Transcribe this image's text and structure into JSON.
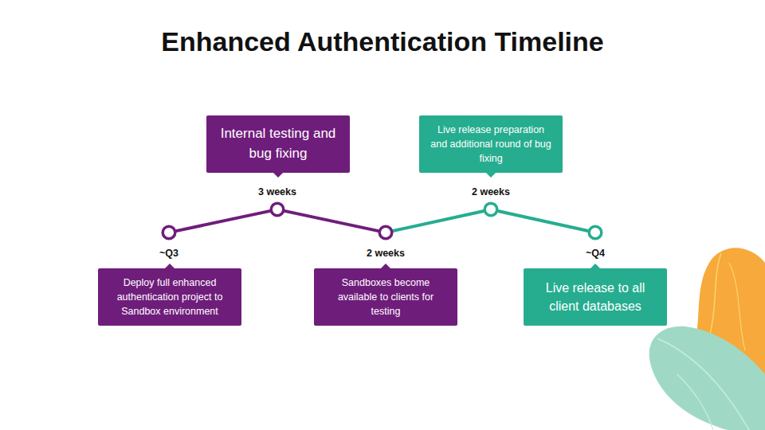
{
  "diagram": {
    "title": "Enhanced Authentication Timeline",
    "nodes": [
      {
        "text": [
          "~Q3"
        ]
      },
      {
        "text": [
          "Deploy full enhanced authentication project to Sandbox environment"
        ]
      },
      {
        "text": [
          "3 weeks"
        ]
      },
      {
        "text": [
          "Internal testing and bug fixing"
        ]
      },
      {
        "text": [
          "2 weeks"
        ]
      },
      {
        "text": [
          "Sandboxes become available to clients for testing"
        ]
      },
      {
        "text": [
          "2 weeks"
        ]
      },
      {
        "text": [
          "Live release preparation and additional round of bug fixing"
        ]
      },
      {
        "text": [
          "~Q4"
        ]
      },
      {
        "text": [
          "Live release to all client databases"
        ]
      }
    ],
    "edges": [
      {
        "from": 0,
        "to": 2,
        "arrow": "none"
      },
      {
        "from": 2,
        "to": 4,
        "arrow": "none"
      },
      {
        "from": 4,
        "to": 6,
        "arrow": "none"
      },
      {
        "from": 6,
        "to": 8,
        "arrow": "none"
      }
    ]
  }
}
